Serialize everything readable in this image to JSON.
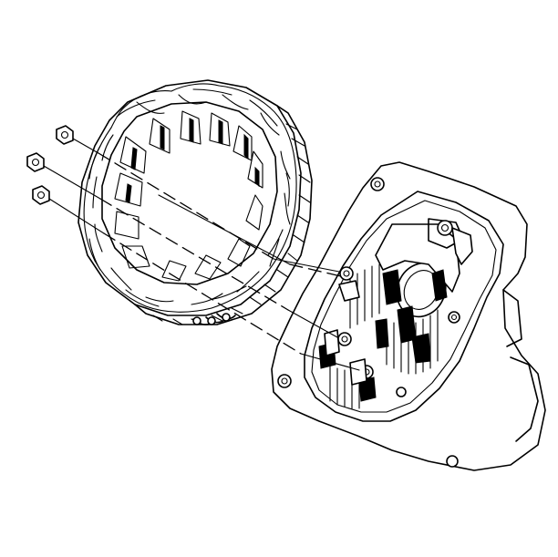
{
  "figure": {
    "labels": [],
    "parts": [
      {
        "name": "stator-assembly"
      },
      {
        "name": "stator-lead-nut",
        "count": 3
      },
      {
        "name": "rectifier-end-frame"
      },
      {
        "name": "rectifier-bridge"
      }
    ],
    "colors": {
      "line": "#000000",
      "background": "#ffffff"
    }
  }
}
